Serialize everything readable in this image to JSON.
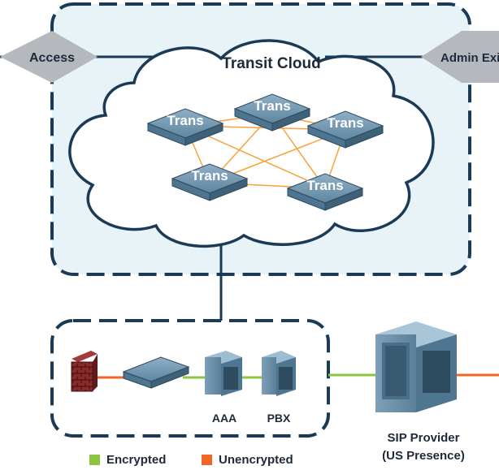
{
  "labels": {
    "access": "Access",
    "admin_exit": "Admin Exit",
    "transit_cloud": "Transit Cloud",
    "aaa": "AAA",
    "pbx": "PBX",
    "sip_provider_line1": "SIP Provider",
    "sip_provider_line2": "(US Presence)"
  },
  "nodes": [
    {
      "label": "Trans"
    },
    {
      "label": "Trans"
    },
    {
      "label": "Trans"
    },
    {
      "label": "Trans"
    },
    {
      "label": "Trans"
    }
  ],
  "legend": [
    {
      "label": "Encrypted",
      "color": "#8cc63f"
    },
    {
      "label": "Unencrypted",
      "color": "#f26522"
    }
  ],
  "colors": {
    "navy": "#1b3a55",
    "zone_fill": "#e8f3f8",
    "mesh": "#f7a23b",
    "diamond": "#b5b9bd",
    "device": "#6f93ab",
    "firewall": "#8b2a2a"
  }
}
